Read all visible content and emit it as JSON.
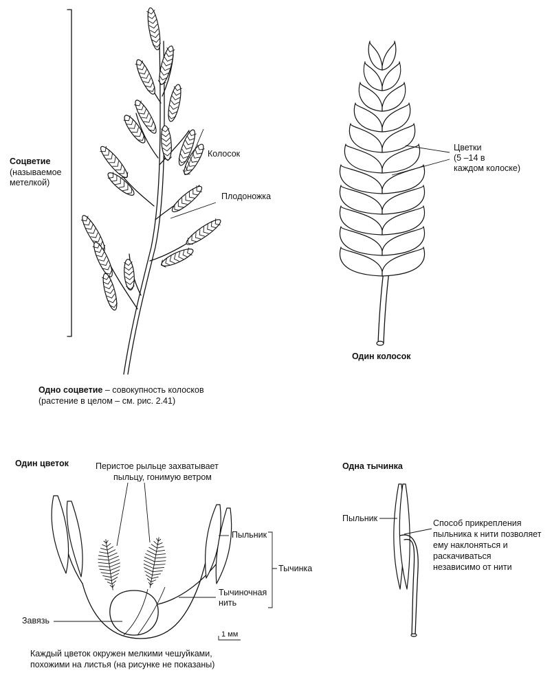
{
  "panel_inflorescence": {
    "bracket_title": "Соцветие",
    "bracket_sub_1": "(называемое",
    "bracket_sub_2": "метелкой)",
    "label_spikelet": "Колосок",
    "label_stalk": "Плодоножка",
    "caption_bold": "Одно соцветие",
    "caption_rest": " – совокупность колосков",
    "caption_line2": "(растение в целом – см. рис. 2.41)"
  },
  "panel_spikelet": {
    "label_flowers_1": "Цветки",
    "label_flowers_2": "(5 –14 в",
    "label_flowers_3": "каждом колоске)",
    "caption": "Один колосок"
  },
  "panel_flower": {
    "title": "Один цветок",
    "stigma_1": "Перистое рыльце захватывает",
    "stigma_2": "пыльцу, гонимую ветром",
    "anther": "Пыльник",
    "stamen": "Тычинка",
    "filament_1": "Тычиночная",
    "filament_2": "нить",
    "ovary": "Завязь",
    "scale": "1 мм",
    "caption_1": "Каждый цветок окружен мелкими чешуйками,",
    "caption_2": "похожими на листья (на рисунке не показаны)"
  },
  "panel_stamen": {
    "title": "Одна тычинка",
    "anther": "Пыльник",
    "note_1": "Способ прикрепления",
    "note_2": "пыльника к нити позволяет",
    "note_3": "ему наклоняться и",
    "note_4": "раскачиваться",
    "note_5": "независимо от нити"
  }
}
